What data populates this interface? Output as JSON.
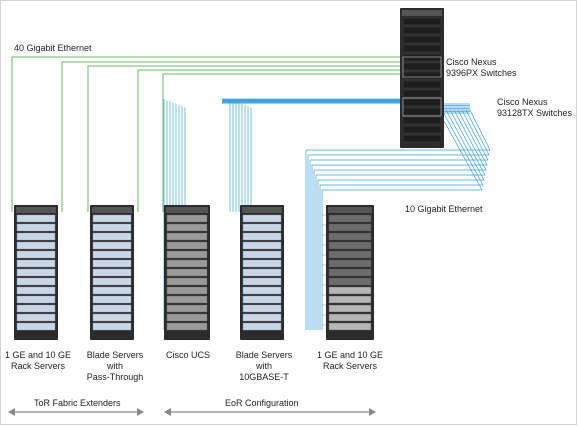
{
  "labels": {
    "forty_gig": "40 Gigabit Ethernet",
    "ten_gig": "10 Gigabit Ethernet",
    "spine_switch_line1": "Cisco Nexus",
    "spine_switch_line2": "9396PX Switches",
    "leaf_switch_line1": "Cisco Nexus",
    "leaf_switch_line2": "93128TX Switches"
  },
  "racks": [
    {
      "caption": "1 GE and 10 GE\nRack Servers"
    },
    {
      "caption": "Blade Servers\nwith\nPass-Through"
    },
    {
      "caption": "Cisco UCS"
    },
    {
      "caption": "Blade Servers\nwith\n10GBASE-T"
    },
    {
      "caption": "1 GE and 10 GE\nRack Servers"
    }
  ],
  "groups": [
    {
      "label": "ToR Fabric Extenders"
    },
    {
      "label": "EoR Configuration"
    }
  ],
  "colors": {
    "green_link": "#6bb86b",
    "blue_link": "#3aa0dc",
    "rack_body": "#2b2b2b",
    "server_blue": "#c8d6e6"
  }
}
